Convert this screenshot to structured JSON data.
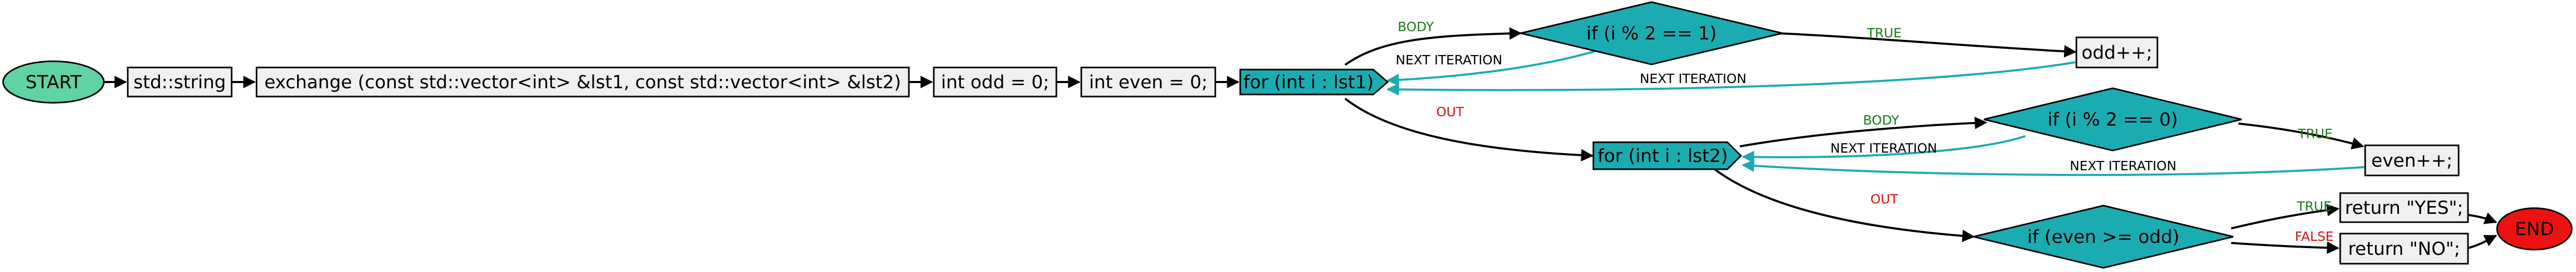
{
  "colors": {
    "start_fill": "#5fd3a3",
    "end_fill": "#ee1111",
    "box_fill": "#f0f0f0",
    "loop_fill": "#1aacb0",
    "decision_fill": "#1aacb0",
    "edge_default": "#000000",
    "edge_iteration": "#1aacb0",
    "label_body": "#1a7a1a",
    "label_true": "#1a7a1a",
    "label_out": "#dd1111",
    "label_false": "#dd1111",
    "label_iteration": "#000000"
  },
  "nodes": {
    "start": "START",
    "decl_string": "std::string",
    "func_sig": "exchange (const std::vector<int> &lst1, const std::vector<int> &lst2)",
    "init_odd": "int odd = 0;",
    "init_even": "int even = 0;",
    "loop1": "for (int i : lst1)",
    "cond1": "if (i % 2 == 1)",
    "odd_inc": "odd++;",
    "loop2": "for (int i : lst2)",
    "cond2": "if (i % 2 == 0)",
    "even_inc": "even++;",
    "cond3": "if (even >= odd)",
    "ret_yes": "return \"YES\";",
    "ret_no": "return \"NO\";",
    "end": "END"
  },
  "edge_labels": {
    "body1": "BODY",
    "true1": "TRUE",
    "next_iter_cond1": "NEXT ITERATION",
    "next_iter_odd": "NEXT ITERATION",
    "out1": "OUT",
    "body2": "BODY",
    "true2": "TRUE",
    "next_iter_cond2": "NEXT ITERATION",
    "next_iter_even": "NEXT ITERATION",
    "out2": "OUT",
    "true3": "TRUE",
    "false3": "FALSE"
  }
}
